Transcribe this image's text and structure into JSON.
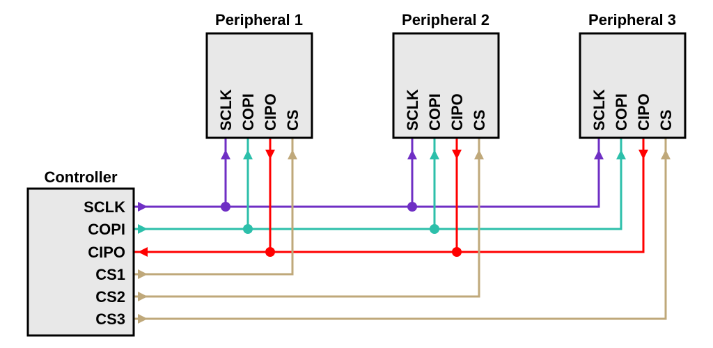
{
  "controller": {
    "title": "Controller",
    "pins": [
      "SCLK",
      "COPI",
      "CIPO",
      "CS1",
      "CS2",
      "CS3"
    ]
  },
  "peripherals": [
    {
      "title": "Peripheral 1",
      "pins": [
        "SCLK",
        "COPI",
        "CIPO",
        "CS"
      ]
    },
    {
      "title": "Peripheral 2",
      "pins": [
        "SCLK",
        "COPI",
        "CIPO",
        "CS"
      ]
    },
    {
      "title": "Peripheral 3",
      "pins": [
        "SCLK",
        "COPI",
        "CIPO",
        "CS"
      ]
    }
  ],
  "colors": {
    "SCLK": "#6f2fc4",
    "COPI": "#2cbfaa",
    "CIPO": "#ff0000",
    "CS": "#bfa87a",
    "box_fill": "#e8e8e8",
    "box_stroke": "#000000"
  }
}
